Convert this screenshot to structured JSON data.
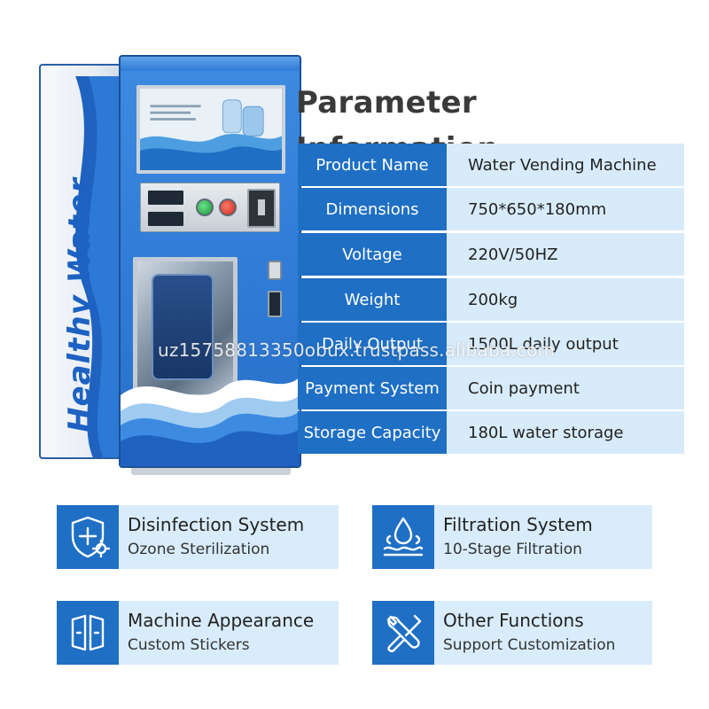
{
  "machine": {
    "side_text": "Healthy Water"
  },
  "parameters": {
    "title": "Parameter Information",
    "rows": [
      {
        "key": "Product Name",
        "value": "Water Vending Machine"
      },
      {
        "key": "Dimensions",
        "value": "750*650*180mm"
      },
      {
        "key": "Voltage",
        "value": "220V/50HZ"
      },
      {
        "key": "Weight",
        "value": "200kg"
      },
      {
        "key": "Daily Output",
        "value": "1500L daily output"
      },
      {
        "key": "Payment System",
        "value": "Coin payment"
      },
      {
        "key": "Storage Capacity",
        "value": "180L water storage"
      }
    ]
  },
  "features": [
    {
      "title": "Disinfection System",
      "subtitle": "Ozone Sterilization",
      "icon": "shield-plus-icon"
    },
    {
      "title": "Filtration System",
      "subtitle": "10-Stage Filtration",
      "icon": "water-drop-filter-icon"
    },
    {
      "title": "Machine Appearance",
      "subtitle": "Custom Stickers",
      "icon": "cabinet-doors-icon"
    },
    {
      "title": "Other Functions",
      "subtitle": "Support Customization",
      "icon": "wrench-screwdriver-icon"
    }
  ],
  "watermark": "uz15758813350obux.trustpass.alibaba.com",
  "colors": {
    "accent_blue": "#1f6fc4",
    "light_blue": "#d8ebfa",
    "machine_blue": "#2f7bd6",
    "title_gray": "#3a3a3a"
  }
}
